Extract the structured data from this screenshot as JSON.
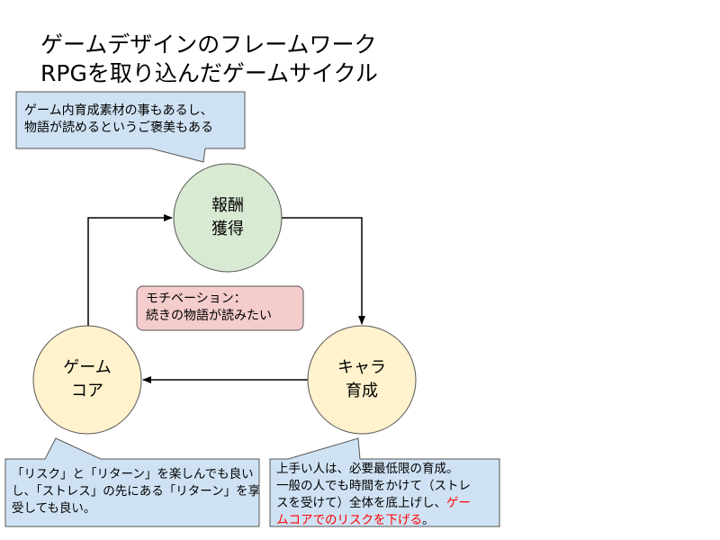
{
  "title": {
    "line1": "ゲームデザインのフレームワーク",
    "line2": "RPGを取り込んだゲームサイクル"
  },
  "nodes": {
    "reward": {
      "line1": "報酬",
      "line2": "獲得",
      "color": "#d9ead3"
    },
    "core": {
      "line1": "ゲーム",
      "line2": "コア",
      "color": "#fff2cc"
    },
    "growth": {
      "line1": "キャラ",
      "line2": "育成",
      "color": "#fff2cc"
    }
  },
  "motivation": {
    "line1": "モチベーション：",
    "line2": "続きの物語が読みたい",
    "color": "#f4cccc"
  },
  "callouts": {
    "reward": {
      "line1": "ゲーム内育成素材の事もあるし、",
      "line2": "物語が読めるというご褒美もある"
    },
    "core": {
      "line1": "「リスク」と「リターン」を楽しんでも良い",
      "line2": "し、「ストレス」の先にある「リターン」を享",
      "line3": "受しても良い。"
    },
    "growth": {
      "line1": "上手い人は、必要最低限の育成。",
      "line2": "一般の人でも時間をかけて（ストレ",
      "line3a": "スを受けて）全体を底上げし、",
      "line3b": "ゲー",
      "line4a": "ムコアでのリスクを下げる",
      "line4b": "。"
    },
    "color": "#cfe2f3"
  },
  "colors": {
    "highlight": "#ff0000"
  }
}
